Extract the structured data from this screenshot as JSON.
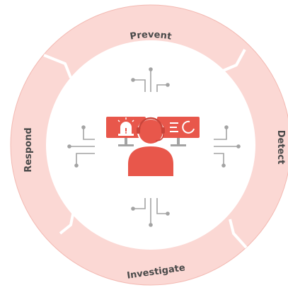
{
  "diagram": {
    "segments": [
      {
        "id": "prevent",
        "label": "Prevent"
      },
      {
        "id": "detect",
        "label": "Detect"
      },
      {
        "id": "investigate",
        "label": "Investigate"
      },
      {
        "id": "respond",
        "label": "Respond"
      }
    ],
    "colors": {
      "ring": "#fbd8d4",
      "ring_edge": "#f3b9b2",
      "accent": "#e8574b",
      "line": "#a3a3a3",
      "label": "#4a4a4a",
      "inner": "#ffffff"
    },
    "icons": [
      "alert-siren-icon",
      "dashboard-icon",
      "analyst-person-icon",
      "circuit-lines-icon"
    ]
  }
}
